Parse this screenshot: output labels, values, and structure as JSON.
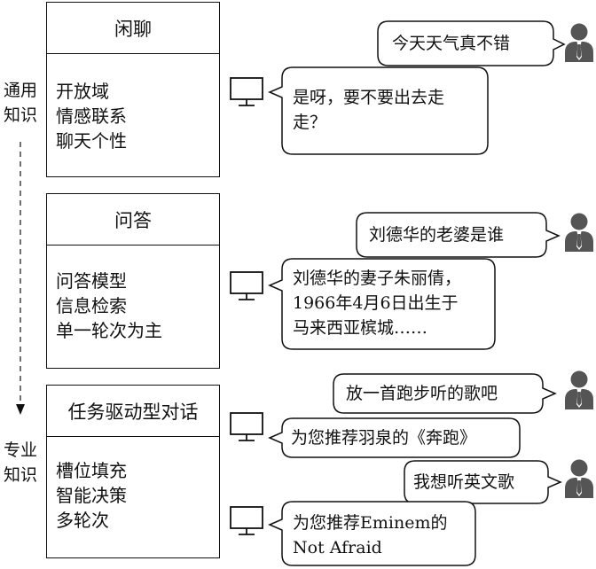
{
  "side_labels": {
    "general": [
      "通用",
      "知识"
    ],
    "specialized": [
      "专业",
      "知识"
    ]
  },
  "categories": [
    {
      "title": "闲聊",
      "items": [
        "开放域",
        "情感联系",
        "聊天个性"
      ]
    },
    {
      "title": "问答",
      "items": [
        "问答模型",
        "信息检索",
        "单一轮次为主"
      ]
    },
    {
      "title": "任务驱动型对话",
      "items": [
        "槽位填充",
        "智能决策",
        "多轮次"
      ]
    }
  ],
  "dialogs": {
    "chat_user": "今天天气真不错",
    "chat_bot": [
      "是呀，要不要出去走",
      "走？"
    ],
    "qa_user": "刘德华的老婆是谁",
    "qa_bot": [
      "刘德华的妻子朱丽倩，",
      "1966年4月6日出生于",
      "马来西亚槟城……"
    ],
    "task_user_1": "放一首跑步听的歌吧",
    "task_bot_1": "为您推荐羽泉的《奔跑》",
    "task_user_2": "我想听英文歌",
    "task_bot_2": [
      "为您推荐Eminem的",
      "Not Afraid"
    ]
  }
}
